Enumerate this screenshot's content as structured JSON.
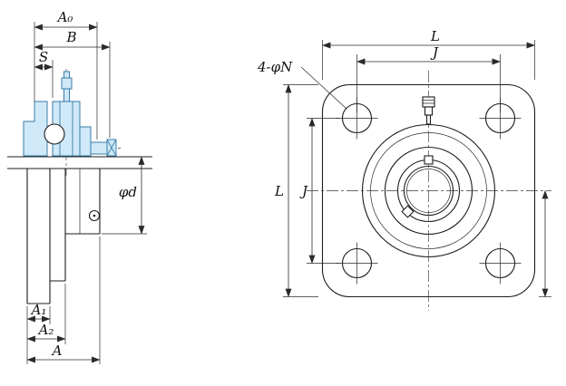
{
  "drawing": {
    "left_view": {
      "labels": {
        "a0": "A₀",
        "b": "B",
        "s": "S",
        "phi_d": "φd",
        "a1": "A₁",
        "a2": "A₂",
        "a": "A"
      }
    },
    "right_view": {
      "labels": {
        "l_top": "L",
        "j_top": "J",
        "hole_callout": "4-φN",
        "l_left": "L",
        "j_left": "J"
      }
    },
    "colors": {
      "line": "#1c1c1c",
      "section_fill": "#cfe9f8",
      "section_stroke": "#3a7ca8",
      "background": "#ffffff"
    }
  }
}
